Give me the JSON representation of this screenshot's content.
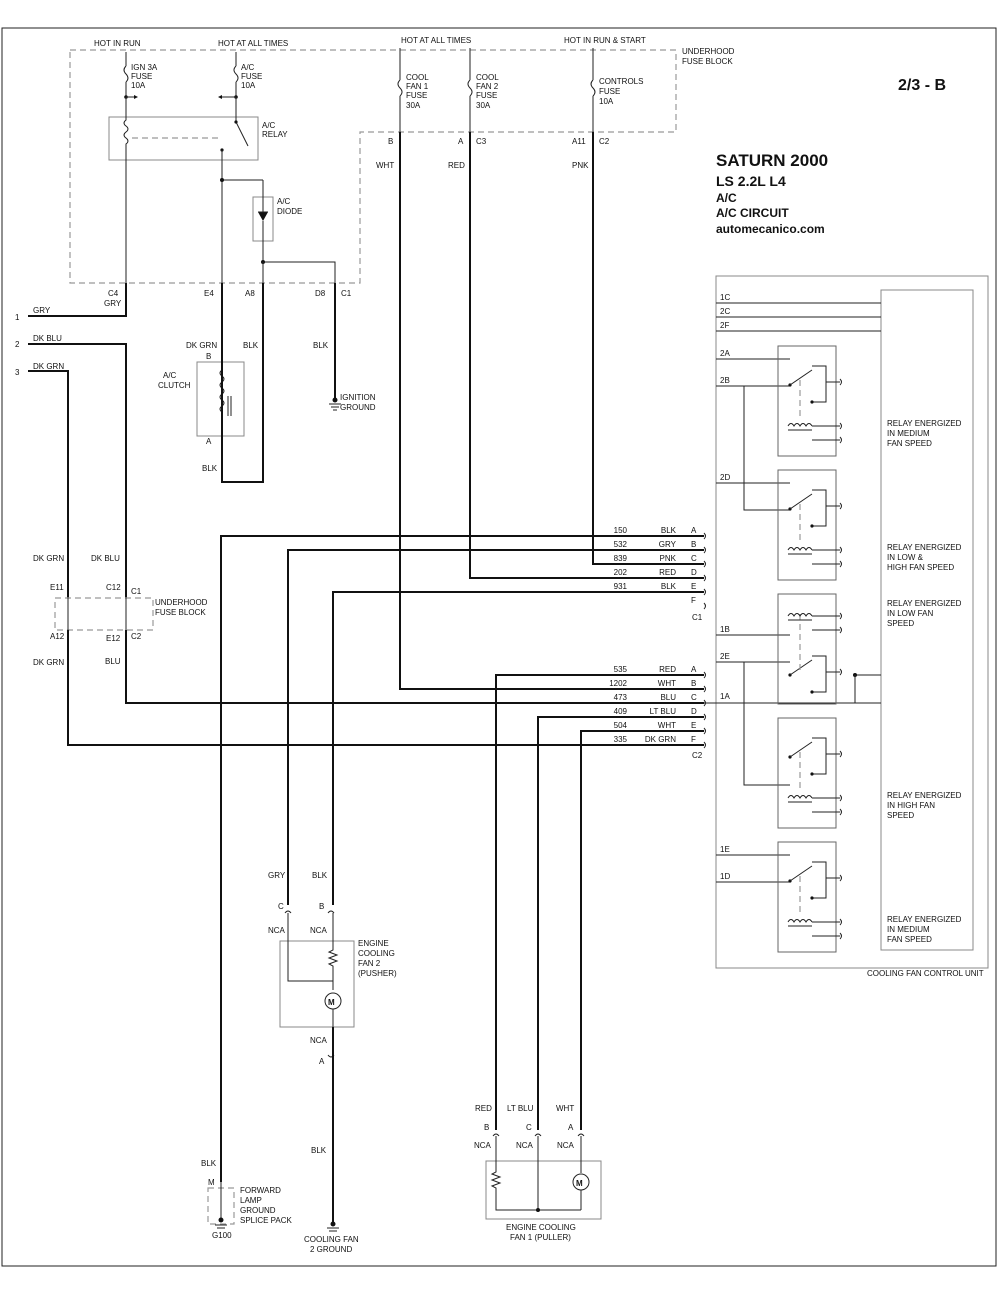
{
  "page_code": "2/3 - B",
  "title": {
    "make_year": "SATURN 2000",
    "model": "LS   2.2L  L4",
    "system": "A/C",
    "circuit": "A/C CIRCUIT",
    "site": "automecanico.com"
  },
  "headers": {
    "hot_in_run": "HOT IN RUN",
    "hot_at_all_times_1": "HOT AT ALL TIMES",
    "hot_at_all_times_2": "HOT AT ALL TIMES",
    "hot_in_run_start": "HOT IN RUN & START"
  },
  "fuse_block": {
    "line1": "UNDERHOOD",
    "line2": "FUSE BLOCK"
  },
  "fuses": {
    "ign3a": [
      "IGN 3A",
      "FUSE",
      "10A"
    ],
    "ac": [
      "A/C",
      "FUSE",
      "10A"
    ],
    "cool1": [
      "COOL",
      "FAN 1",
      "FUSE",
      "30A"
    ],
    "cool2": [
      "COOL",
      "FAN 2",
      "FUSE",
      "30A"
    ],
    "controls": [
      "CONTROLS",
      "FUSE",
      "10A"
    ]
  },
  "components": {
    "ac_relay": [
      "A/C",
      "RELAY"
    ],
    "ac_diode": [
      "A/C",
      "DIODE"
    ],
    "ac_clutch": [
      "A/C",
      "CLUTCH"
    ],
    "ignition_ground": [
      "IGNITION",
      "GROUND"
    ],
    "fan2": [
      "ENGINE",
      "COOLING",
      "FAN 2",
      "(PUSHER)"
    ],
    "fan1": [
      "ENGINE COOLING",
      "FAN 1 (PULLER)"
    ],
    "forward_lamp": [
      "FORWARD",
      "LAMP",
      "GROUND",
      "SPLICE PACK"
    ],
    "g100": "G100",
    "fan2_ground": [
      "COOLING FAN",
      "2 GROUND"
    ],
    "motor": "M",
    "cfcu": "COOLING FAN CONTROL UNIT"
  },
  "pins": {
    "B": "B",
    "A": "A",
    "A11": "A11",
    "C3": "C3",
    "C2": "C2",
    "C4": "C4",
    "E4": "E4",
    "A8": "A8",
    "D8": "D8",
    "C1": "C1",
    "E11": "E11",
    "C12": "C12",
    "A12": "A12",
    "E12": "E12",
    "C": "C",
    "M": "M",
    "NCA": "NCA"
  },
  "wires": {
    "WHT": "WHT",
    "RED": "RED",
    "PNK": "PNK",
    "GRY": "GRY",
    "DK_BLU": "DK BLU",
    "DK_GRN": "DK GRN",
    "BLK": "BLK",
    "BLU": "BLU",
    "LT_BLU": "LT BLU"
  },
  "inputs": [
    "1",
    "2",
    "3"
  ],
  "c1_rows": [
    {
      "num": "150",
      "color": "BLK",
      "pin": "A"
    },
    {
      "num": "532",
      "color": "GRY",
      "pin": "B"
    },
    {
      "num": "839",
      "color": "PNK",
      "pin": "C"
    },
    {
      "num": "202",
      "color": "RED",
      "pin": "D"
    },
    {
      "num": "931",
      "color": "BLK",
      "pin": "E"
    },
    {
      "num": "",
      "color": "",
      "pin": "F"
    }
  ],
  "c2_rows": [
    {
      "num": "535",
      "color": "RED",
      "pin": "A"
    },
    {
      "num": "1202",
      "color": "WHT",
      "pin": "B"
    },
    {
      "num": "473",
      "color": "BLU",
      "pin": "C"
    },
    {
      "num": "409",
      "color": "LT BLU",
      "pin": "D"
    },
    {
      "num": "504",
      "color": "WHT",
      "pin": "E"
    },
    {
      "num": "335",
      "color": "DK GRN",
      "pin": "F"
    }
  ],
  "connector_labels": {
    "c1": "C1",
    "c2": "C2"
  },
  "cfcu_pins": {
    "1C": "1C",
    "2C": "2C",
    "2F": "2F",
    "2A": "2A",
    "2B": "2B",
    "2D": "2D",
    "1B": "1B",
    "2E": "2E",
    "1A": "1A",
    "1E": "1E",
    "1D": "1D"
  },
  "relay_notes": {
    "r1": [
      "RELAY ENERGIZED",
      "IN MEDIUM",
      "FAN SPEED"
    ],
    "r2": [
      "RELAY ENERGIZED",
      "IN LOW &",
      "HIGH FAN SPEED"
    ],
    "r3": [
      "RELAY ENERGIZED",
      "IN LOW FAN",
      "SPEED"
    ],
    "r4": [
      "RELAY ENERGIZED",
      "IN HIGH FAN",
      "SPEED"
    ],
    "r5": [
      "RELAY ENERGIZED",
      "IN MEDIUM",
      "FAN SPEED"
    ]
  }
}
